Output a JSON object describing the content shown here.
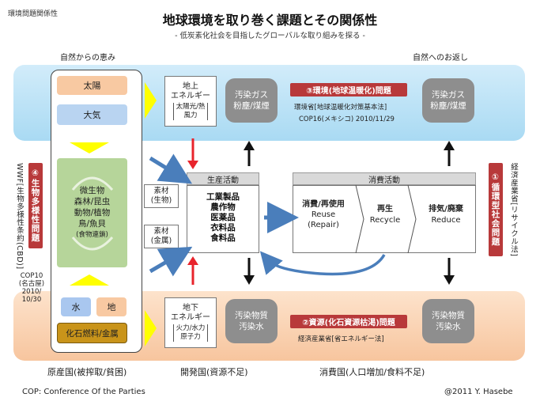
{
  "header": {
    "tag": "環境問題関係性",
    "title": "地球環境を取り巻く課題とその関係性",
    "subtitle": "- 低炭素化社会を目指したグローバルな取り組みを探る -"
  },
  "top_labels": {
    "left": "自然からの恵み",
    "right": "自然へのお返し"
  },
  "resources": {
    "sun": "太陽",
    "air": "大気",
    "biology": [
      "微生物",
      "森林/昆虫",
      "動物/植物",
      "鳥/魚貝"
    ],
    "biology_note": "(食物連鎖)",
    "water": "水",
    "earth": "地",
    "fossil": "化石燃料/金属"
  },
  "energy_top": {
    "title": [
      "地上",
      "エネルギー"
    ],
    "sub": [
      "太陽光/熱",
      "風力"
    ]
  },
  "energy_bottom": {
    "title": [
      "地下",
      "エネルギー"
    ],
    "sub": [
      "火力/水力",
      "原子力"
    ]
  },
  "pollution": {
    "gas": [
      "汚染ガス",
      "粉塵/煤煙"
    ],
    "matter": [
      "汚染物質",
      "汚染水"
    ]
  },
  "issues": {
    "climate": "③環境(地球温暖化)問題",
    "climate_notes": [
      "環境省[地球温暖化対策基本法]",
      "COP16(メキシコ) 2010/11/29"
    ],
    "resource": "②資源(化石資源枯渇)問題",
    "resource_note": "経済産業省[省エネルギー法]",
    "biodiversity": "④生物多様性問題",
    "biodiversity_vertical": "WWF[生物多様性条約(CBD)]",
    "biodiversity_notes": [
      "COP10",
      "(名古屋)",
      "2010/",
      "10/30"
    ],
    "recycling": "①循環型社会問題",
    "recycling_vertical": "経済産業省[リサイクル法]"
  },
  "materials": {
    "bio": [
      "素材",
      "(生物)"
    ],
    "metal": [
      "素材",
      "(金属)"
    ]
  },
  "production": {
    "header": "生産活動",
    "items": [
      "工業製品",
      "農作物",
      "医薬品",
      "衣料品",
      "食料品"
    ]
  },
  "consumption": {
    "header": "消費活動",
    "reuse": [
      "消費/再使用",
      "Reuse",
      "(Repair)"
    ],
    "recycle": [
      "再生",
      "Recycle"
    ],
    "reduce": [
      "排気/廃棄",
      "Reduce"
    ]
  },
  "bottom_labels": {
    "origin": "原産国(被搾取/貧困)",
    "developing": "開発国(資源不足)",
    "consumer": "消費国(人口増加/食料不足)"
  },
  "footer": {
    "cop": "COP: Conference Of the Parties",
    "copyright": "@2011 Y. Hasebe"
  },
  "colors": {
    "band_top": "#a9daf3",
    "band_bottom": "#f7c59e",
    "sun": "#f8c9a2",
    "air": "#b9d4f1",
    "bio": "#b6d59a",
    "water": "#a9c7ef",
    "earth": "#f8c9a2",
    "fossil": "#c9941a",
    "issue_red": "#b8393a",
    "pollution_gray": "#8e8e8e",
    "arrow_red": "#e8242c",
    "arrow_blue": "#4a7ebb",
    "arrow_yellow": "#ffff00"
  }
}
